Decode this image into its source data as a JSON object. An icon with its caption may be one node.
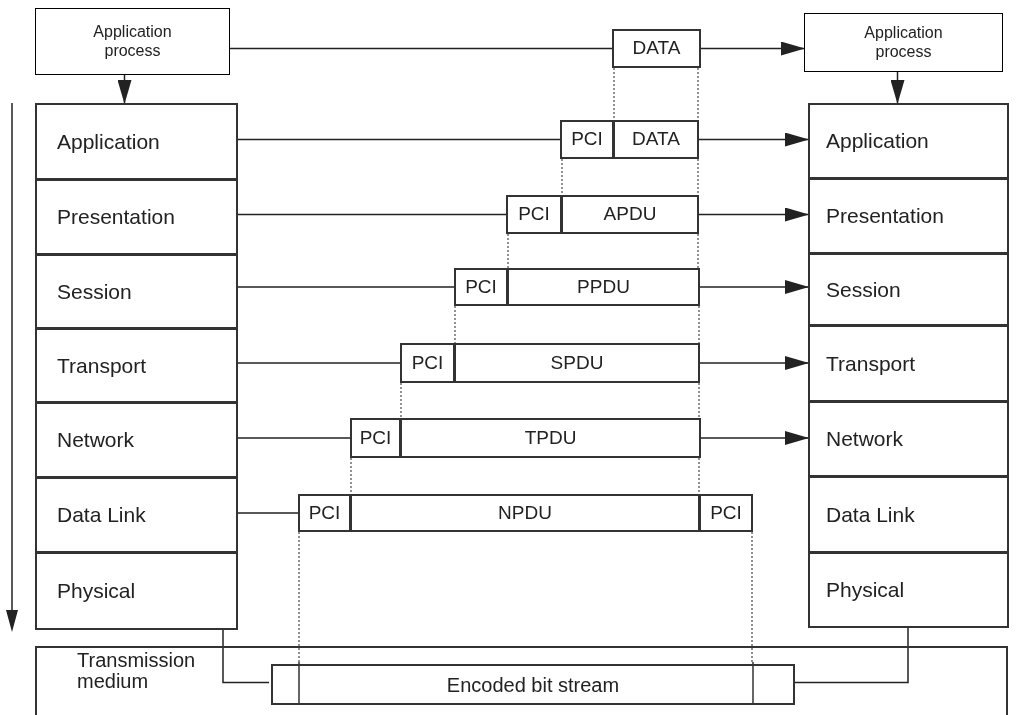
{
  "diagram": {
    "nodes": [
      {
        "text": [
          "Application process"
        ]
      },
      {
        "text": [
          "DATA"
        ]
      },
      {
        "text": [
          "Application process"
        ]
      },
      {
        "text": [
          "Application"
        ]
      },
      {
        "text": [
          "Presentation"
        ]
      },
      {
        "text": [
          "Session"
        ]
      },
      {
        "text": [
          "Transport"
        ]
      },
      {
        "text": [
          "Network"
        ]
      },
      {
        "text": [
          "Data Link"
        ]
      },
      {
        "text": [
          "Physical"
        ]
      },
      {
        "text": [
          "Application"
        ]
      },
      {
        "text": [
          "Presentation"
        ]
      },
      {
        "text": [
          "Session"
        ]
      },
      {
        "text": [
          "Transport"
        ]
      },
      {
        "text": [
          "Network"
        ]
      },
      {
        "text": [
          "Data Link"
        ]
      },
      {
        "text": [
          "Physical"
        ]
      },
      {
        "text": [
          "PCI"
        ]
      },
      {
        "text": [
          "DATA"
        ]
      },
      {
        "text": [
          "PCI"
        ]
      },
      {
        "text": [
          "APDU"
        ]
      },
      {
        "text": [
          "PCI"
        ]
      },
      {
        "text": [
          "PPDU"
        ]
      },
      {
        "text": [
          "PCI"
        ]
      },
      {
        "text": [
          "SPDU"
        ]
      },
      {
        "text": [
          "PCI"
        ]
      },
      {
        "text": [
          "TPDU"
        ]
      },
      {
        "text": [
          "PCI"
        ]
      },
      {
        "text": [
          "NPDU"
        ]
      },
      {
        "text": [
          "PCI"
        ]
      },
      {
        "text": [
          "Transmission medium"
        ]
      },
      {
        "text": [
          "Encoded bit stream"
        ],
        "in": 30
      }
    ],
    "edges": [
      {
        "from": 0,
        "to": 1,
        "arrow": "none"
      },
      {
        "from": 1,
        "to": 2,
        "arrow": "to"
      },
      {
        "from": 0,
        "to": 3,
        "arrow": "to"
      },
      {
        "from": 2,
        "to": 10,
        "arrow": "to"
      },
      {
        "from": 3,
        "to": 17,
        "arrow": "none"
      },
      {
        "from": 18,
        "to": 10,
        "arrow": "to"
      },
      {
        "from": 4,
        "to": 19,
        "arrow": "none"
      },
      {
        "from": 20,
        "to": 11,
        "arrow": "to"
      },
      {
        "from": 5,
        "to": 21,
        "arrow": "none"
      },
      {
        "from": 22,
        "to": 12,
        "arrow": "to"
      },
      {
        "from": 6,
        "to": 23,
        "arrow": "none"
      },
      {
        "from": 24,
        "to": 13,
        "arrow": "to"
      },
      {
        "from": 7,
        "to": 25,
        "arrow": "none"
      },
      {
        "from": 26,
        "to": 14,
        "arrow": "to"
      },
      {
        "from": 8,
        "to": 27,
        "arrow": "none"
      },
      {
        "from": 9,
        "to": 31,
        "arrow": "none"
      },
      {
        "from": 16,
        "to": 31,
        "arrow": "none"
      },
      {
        "from": 1,
        "to": 18,
        "arrow": "none",
        "style": "dashed"
      },
      {
        "from": 1,
        "to": 18,
        "arrow": "none",
        "style": "dashed"
      },
      {
        "from": 17,
        "to": 20,
        "arrow": "none",
        "style": "dashed"
      },
      {
        "from": 18,
        "to": 20,
        "arrow": "none",
        "style": "dashed"
      },
      {
        "from": 19,
        "to": 22,
        "arrow": "none",
        "style": "dashed"
      },
      {
        "from": 20,
        "to": 22,
        "arrow": "none",
        "style": "dashed"
      },
      {
        "from": 21,
        "to": 24,
        "arrow": "none",
        "style": "dashed"
      },
      {
        "from": 22,
        "to": 24,
        "arrow": "none",
        "style": "dashed"
      },
      {
        "from": 23,
        "to": 26,
        "arrow": "none",
        "style": "dashed"
      },
      {
        "from": 24,
        "to": 26,
        "arrow": "none",
        "style": "dashed"
      },
      {
        "from": 25,
        "to": 28,
        "arrow": "none",
        "style": "dashed"
      },
      {
        "from": 26,
        "to": 28,
        "arrow": "none",
        "style": "dashed"
      },
      {
        "from": 27,
        "to": 31,
        "arrow": "none",
        "style": "dashed"
      },
      {
        "from": 29,
        "to": 31,
        "arrow": "none",
        "style": "dashed"
      }
    ]
  }
}
